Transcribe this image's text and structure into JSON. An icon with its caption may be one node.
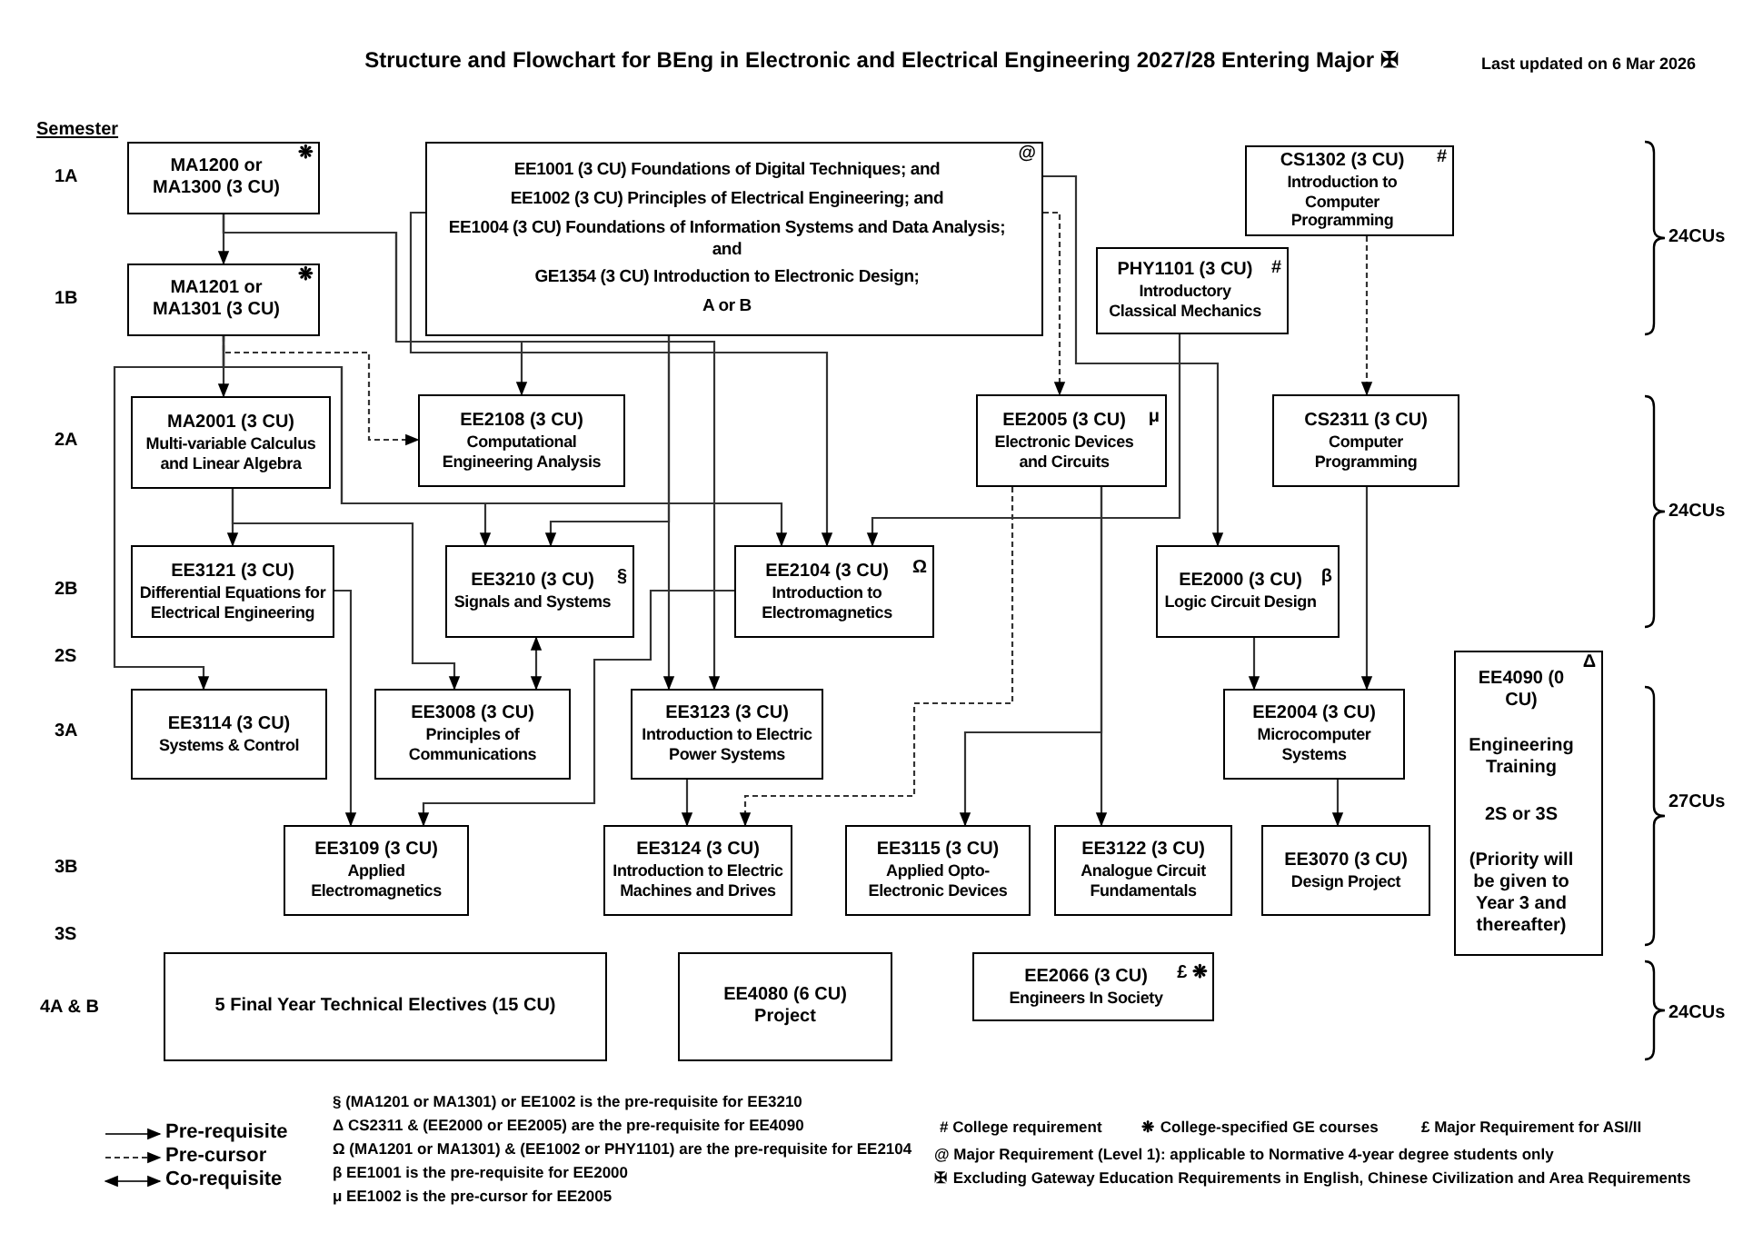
{
  "diagram": {
    "title": "Structure and Flowchart for BEng in Electronic and Electrical Engineering 2027/28 Entering Major ✠",
    "nodes": [
      {
        "text": [
          "❋",
          "MA1200 or MA1300 (3 CU)"
        ]
      },
      {
        "text": [
          "@",
          "EE1001 (3 CU) Foundations of Digital Techniques; and",
          "EE1002 (3 CU) Principles of Electrical Engineering; and",
          "EE1004 (3 CU) Foundations of Information Systems and Data Analysis; and",
          "GE1354 (3 CU) Introduction to Electronic Design;",
          "A or B"
        ]
      },
      {
        "text": [
          "CS1302 (3 CU)",
          "#",
          "Introduction to Computer Programming"
        ]
      },
      {
        "text": [
          "❋",
          "MA1201 or MA1301 (3 CU)"
        ]
      },
      {
        "text": [
          "PHY1101 (3 CU)",
          "#",
          "Introductory Classical Mechanics"
        ]
      },
      {
        "text": [
          "MA2001 (3 CU)",
          "Multi-variable Calculus and Linear Algebra"
        ]
      },
      {
        "text": [
          "EE2108 (3 CU)",
          "Computational Engineering Analysis"
        ]
      },
      {
        "text": [
          "EE2005 (3 CU)",
          "μ",
          "Electronic Devices and Circuits"
        ]
      },
      {
        "text": [
          "CS2311 (3 CU)",
          "Computer Programming"
        ]
      },
      {
        "text": [
          "EE3121 (3 CU)",
          "Differential Equations for Electrical Engineering"
        ]
      },
      {
        "text": [
          "EE3210 (3 CU)",
          "§",
          "Signals and Systems"
        ]
      },
      {
        "text": [
          "EE2104 (3 CU)",
          "Ω",
          "Introduction to Electromagnetics"
        ]
      },
      {
        "text": [
          "EE2000 (3 CU)",
          "β",
          "Logic Circuit Design"
        ]
      },
      {
        "text": [
          "EE3114 (3 CU)",
          "Systems & Control"
        ]
      },
      {
        "text": [
          "EE3008 (3 CU)",
          "Principles of Communications"
        ]
      },
      {
        "text": [
          "EE3123 (3 CU)",
          "Introduction to Electric Power Systems"
        ]
      },
      {
        "text": [
          "EE2004 (3 CU)",
          "Microcomputer Systems"
        ]
      },
      {
        "text": [
          "Δ",
          "EE4090 (0 CU)",
          "Engineering Training",
          "2S or 3S",
          "(Priority will be given to Year 3 and thereafter)"
        ]
      },
      {
        "text": [
          "EE3109 (3 CU)",
          "Applied Electromagnetics"
        ]
      },
      {
        "text": [
          "EE3124 (3 CU)",
          "Introduction to Electric Machines and Drives"
        ]
      },
      {
        "text": [
          "EE3115 (3 CU)",
          "Applied Opto-Electronic Devices"
        ]
      },
      {
        "text": [
          "EE3122 (3 CU)",
          "Analogue Circuit Fundamentals"
        ]
      },
      {
        "text": [
          "EE3070 (3 CU)",
          "Design Project"
        ]
      },
      {
        "text": [
          "5 Final Year Technical Electives (15 CU)"
        ]
      },
      {
        "text": [
          "EE4080 (6 CU)",
          "Project"
        ]
      },
      {
        "text": [
          "EE2066 (3 CU)",
          "£ ❋",
          "Engineers In Society"
        ]
      }
    ],
    "edges": [
      {
        "from": 0,
        "to": 3,
        "arrow": "to"
      },
      {
        "from": 0,
        "to": 6,
        "arrow": "to"
      },
      {
        "from": 0,
        "to": 15,
        "arrow": "to"
      },
      {
        "from": 1,
        "to": 15,
        "arrow": "to"
      },
      {
        "from": 1,
        "to": 10,
        "arrow": "to"
      },
      {
        "from": 1,
        "to": 11,
        "arrow": "to"
      },
      {
        "from": 3,
        "to": 5,
        "arrow": "to"
      },
      {
        "from": 3,
        "to": 6,
        "arrow": "to",
        "style": "dashed"
      },
      {
        "from": 3,
        "to": 13,
        "arrow": "to"
      },
      {
        "from": 3,
        "to": 10,
        "arrow": "to"
      },
      {
        "from": 3,
        "to": 11,
        "arrow": "to"
      },
      {
        "from": 5,
        "to": 9,
        "arrow": "to"
      },
      {
        "from": 5,
        "to": 14,
        "arrow": "to"
      },
      {
        "from": 9,
        "to": 18,
        "arrow": "to"
      },
      {
        "from": 10,
        "to": 14,
        "arrow": "both"
      },
      {
        "from": 11,
        "to": 18,
        "arrow": "to"
      },
      {
        "from": 15,
        "to": 19,
        "arrow": "to"
      },
      {
        "from": 7,
        "to": 19,
        "arrow": "to",
        "style": "dashed"
      },
      {
        "from": 7,
        "to": 21,
        "arrow": "to"
      },
      {
        "from": 7,
        "to": 20,
        "arrow": "to"
      },
      {
        "from": 4,
        "to": 11,
        "arrow": "to"
      },
      {
        "from": 1,
        "to": 12,
        "arrow": "to"
      },
      {
        "from": 1,
        "to": 7,
        "arrow": "to",
        "style": "dashed"
      },
      {
        "from": 2,
        "to": 8,
        "arrow": "to",
        "style": "dashed"
      },
      {
        "from": 8,
        "to": 16,
        "arrow": "to"
      },
      {
        "from": 12,
        "to": 16,
        "arrow": "to"
      },
      {
        "from": 16,
        "to": 22,
        "arrow": "to"
      }
    ],
    "labels": [
      "Last updated on 6 Mar 2026",
      "Semester",
      "1A",
      "1B",
      "2A",
      "2B",
      "2S",
      "3A",
      "3B",
      "3S",
      "4A & B",
      "24CUs",
      "24CUs",
      "27CUs",
      "24CUs",
      "§ (MA1201 or MA1301) or EE1002 is the pre-requisite for EE3210",
      "Δ CS2311 & (EE2000 or EE2005) are the pre-requisite for EE4090",
      "Ω (MA1201 or MA1301) & (EE1002 or PHY1101) are the pre-requisite for EE2104",
      "β EE1001 is the pre-requisite for EE2000",
      "μ EE1002 is the pre-cursor for EE2005",
      "# College requirement",
      "❋ College-specified GE courses",
      "£ Major Requirement for ASI/II",
      "@ Major Requirement (Level 1): applicable to Normative 4-year degree students only",
      "✠ Excluding Gateway Education Requirements in English, Chinese Civilization and Area Requirements"
    ],
    "legend": [
      {
        "text": "Pre-requisite"
      },
      {
        "text": "Pre-cursor"
      },
      {
        "text": "Co-requisite"
      }
    ]
  }
}
